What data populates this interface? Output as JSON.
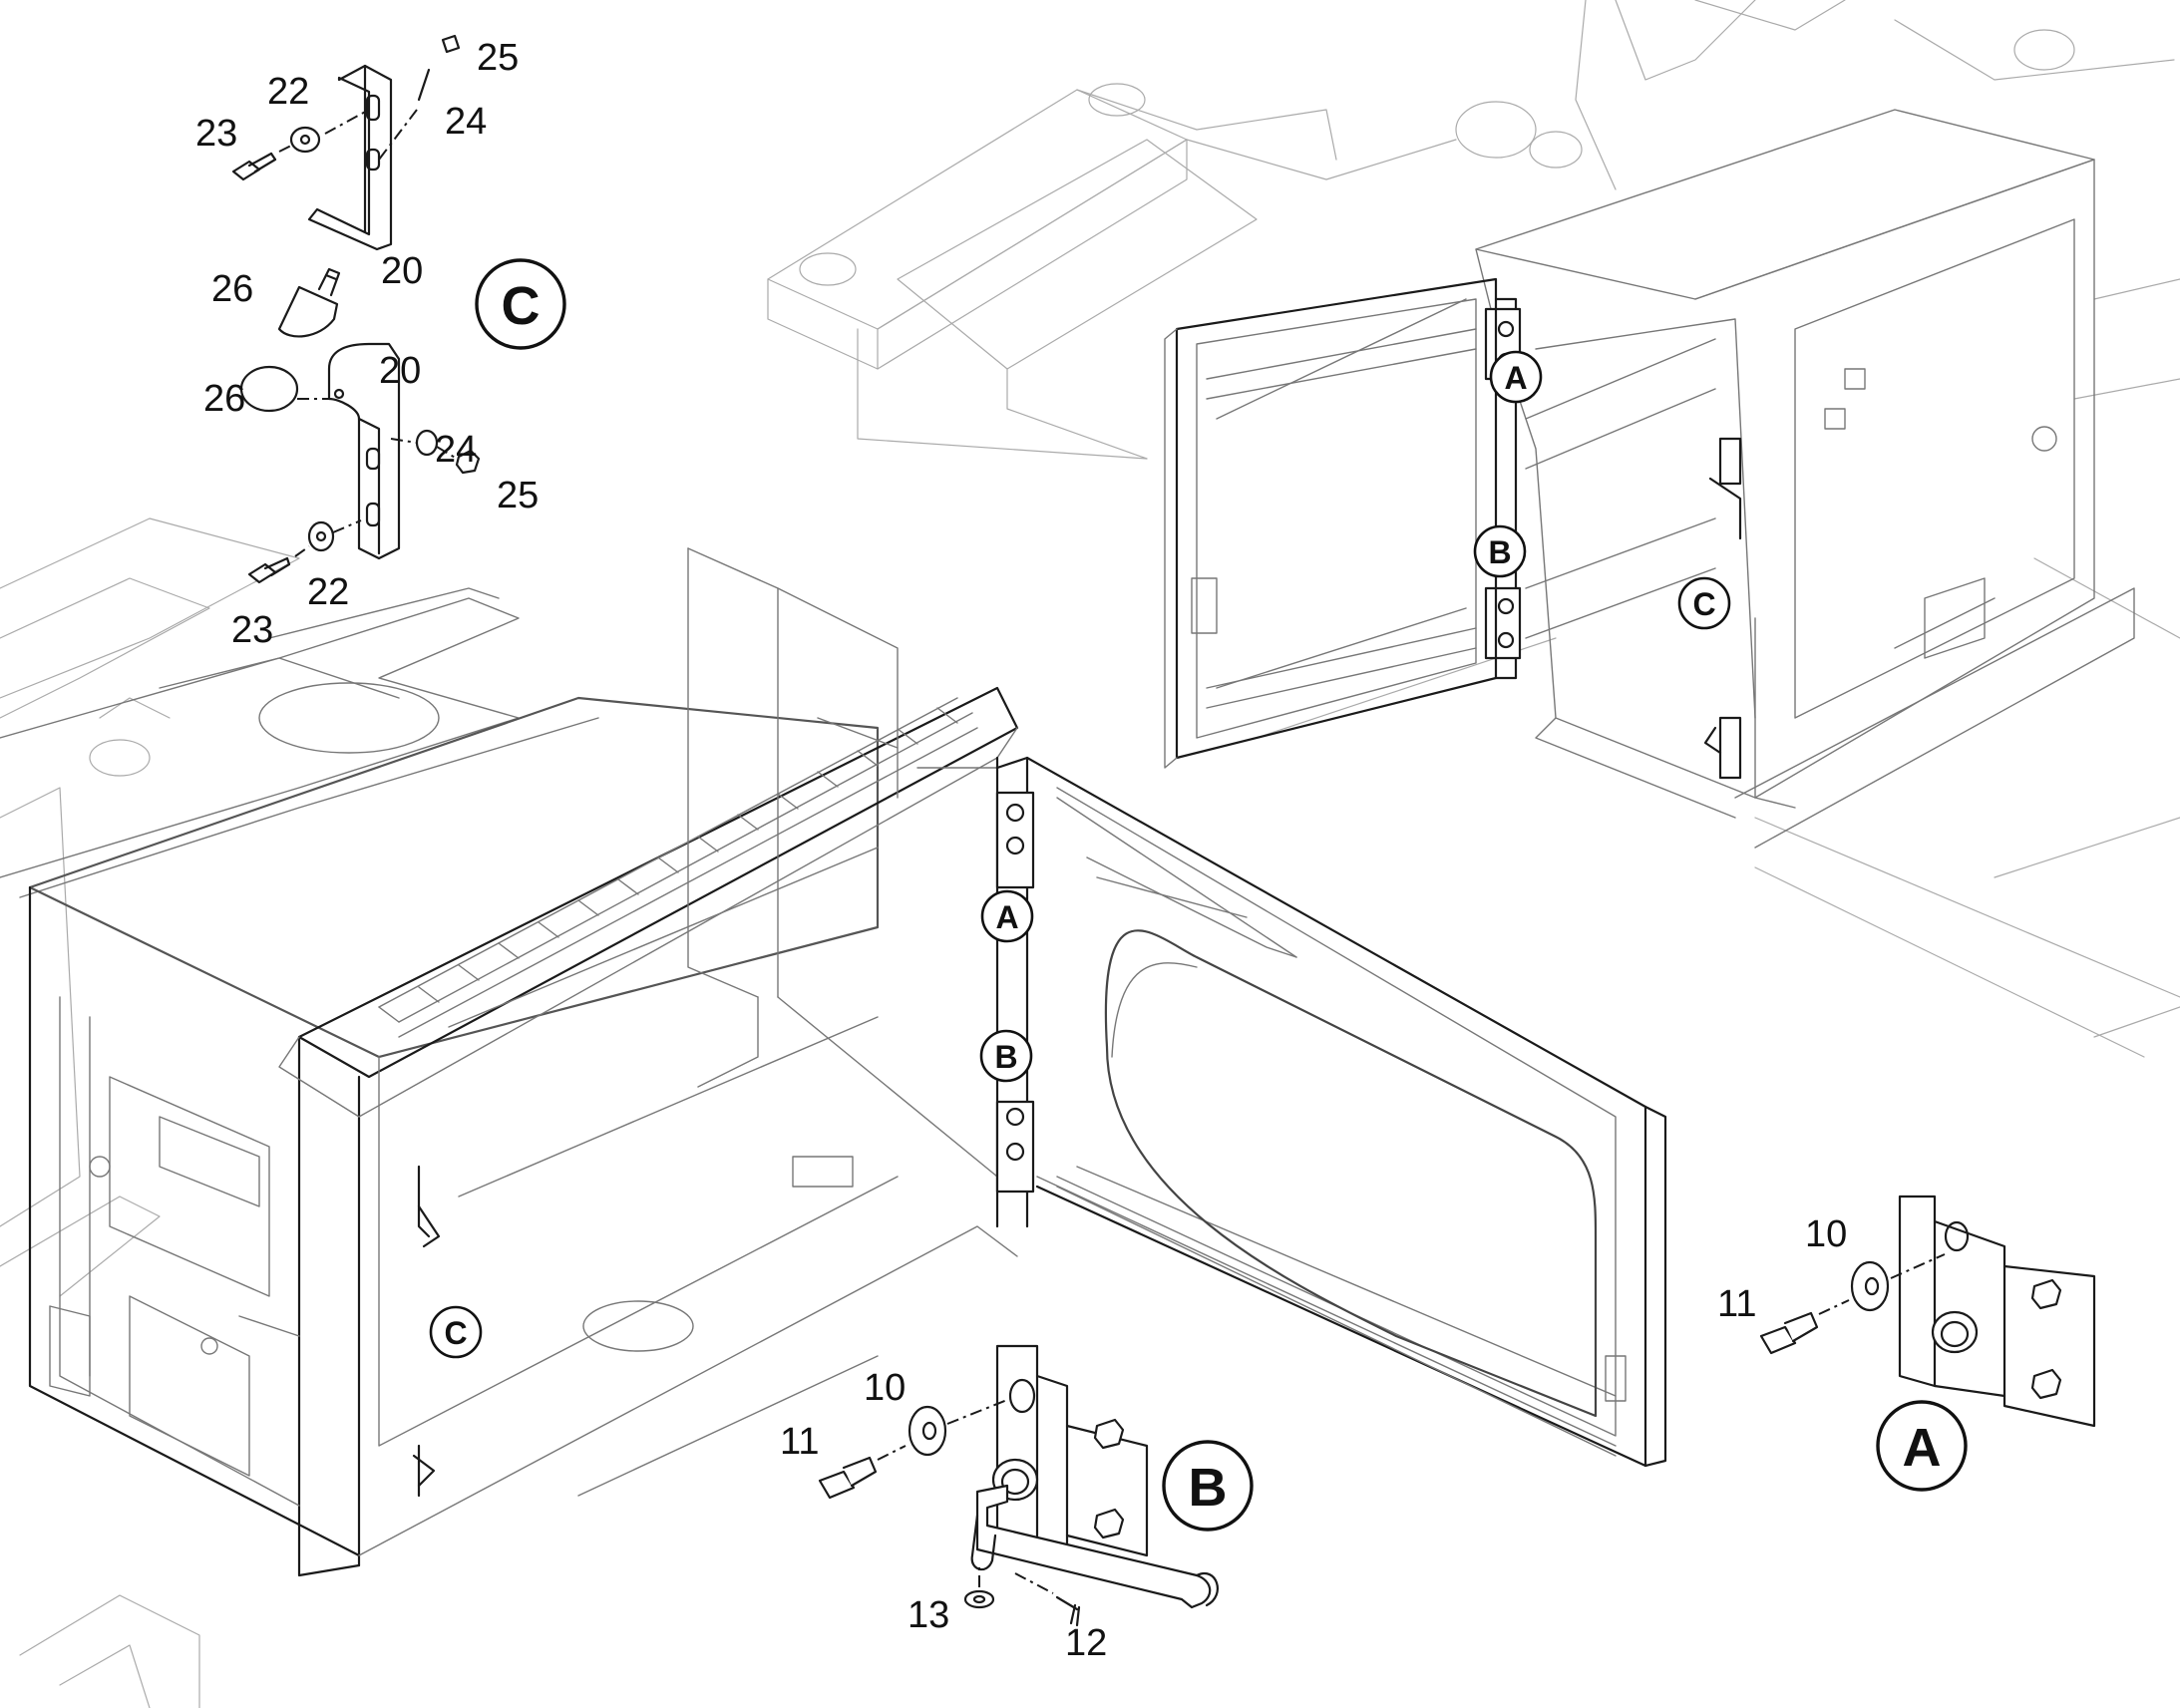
{
  "part_numbers": {
    "p10a": "10",
    "p11a": "11",
    "p10b": "10",
    "p11b": "11",
    "p12": "12",
    "p13": "13",
    "p20a": "20",
    "p22a": "22",
    "p23a": "23",
    "p24a": "24",
    "p25a": "25",
    "p26a": "26",
    "p20b": "20",
    "p22b": "22",
    "p23b": "23",
    "p24b": "24",
    "p25b": "25",
    "p26b": "26"
  },
  "callouts": {
    "top_a": "A",
    "top_b": "B",
    "top_c": "C",
    "front_a": "A",
    "front_b": "B",
    "front_c": "C"
  },
  "detail_titles": {
    "detail_a": "A",
    "detail_b": "B",
    "detail_c": "C"
  }
}
